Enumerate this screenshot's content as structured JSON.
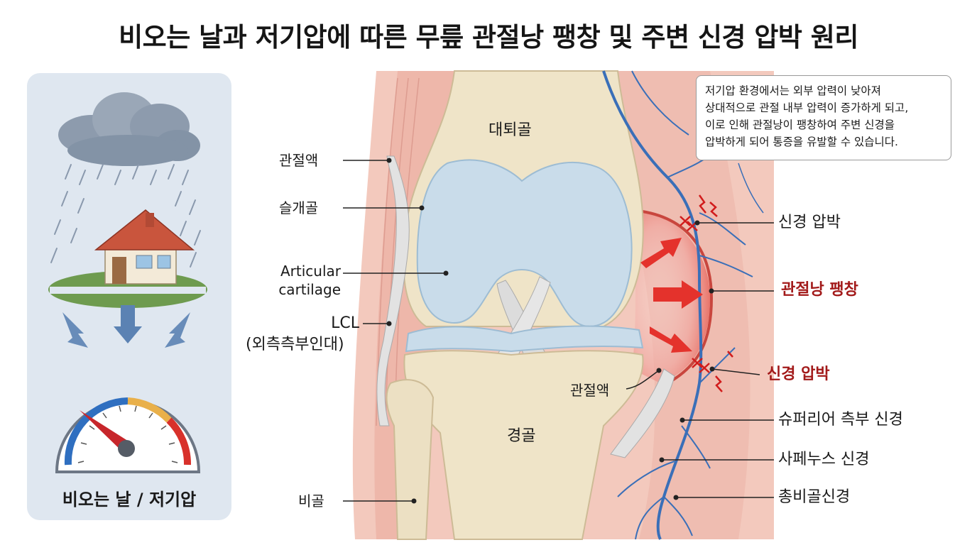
{
  "title": "비오는 날과 저기압에 따른 무릎 관절낭 팽창 및 주변 신경 압박 원리",
  "left_panel": {
    "caption": "비오는 날 / 저기압"
  },
  "info_box": {
    "lines": [
      "저기압 환경에서는 외부 압력이 낮아져",
      "상대적으로 관절 내부 압력이 증가하게 되고,",
      "이로 인해 관절낭이 팽창하여 주변 신경을",
      "압박하게 되어 통증을 유발할 수 있습니다."
    ]
  },
  "labels": {
    "femur": "대퇴골",
    "tibia": "경골",
    "synovial_fluid_left": "관절액",
    "patella": "슬개골",
    "articular_cartilage_1": "Articular",
    "articular_cartilage_2": "cartilage",
    "lcl_1": "LCL",
    "lcl_2": "(외측측부인대)",
    "fibula": "비골",
    "synovial_fluid_right": "관절액",
    "nerve_compression_top": "신경 압박",
    "capsule_swelling": "관절낭 팽창",
    "nerve_compression_bottom": "신경 압박",
    "superior_lateral_nerve": "슈퍼리어 측부 신경",
    "saphenous_nerve": "사페누스 신경",
    "common_peroneal_nerve": "총비골신경"
  },
  "colors": {
    "panel_bg": "#dfe7f0",
    "bone": "#efe4c8",
    "cartilage": "#c9dcea",
    "skin": "#f3c9bd",
    "nerve": "#3a6fb8",
    "swelling": "#e6443b",
    "highlight_text": "#a21a1a"
  }
}
